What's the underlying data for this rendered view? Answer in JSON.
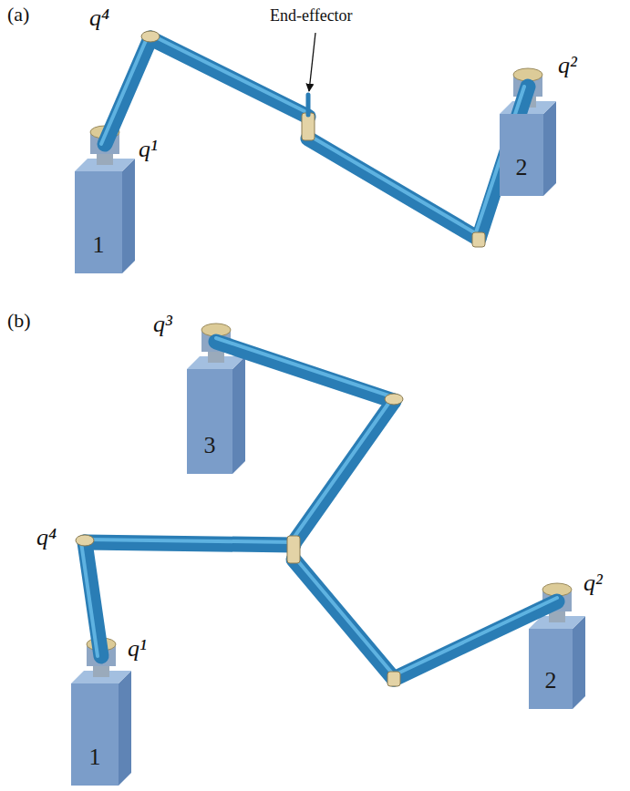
{
  "diagram": {
    "nodes": [
      {
        "text": [
          "1"
        ]
      },
      {
        "text": [
          "2"
        ]
      },
      {
        "text": [
          "3"
        ]
      },
      {
        "text": [
          "1"
        ]
      },
      {
        "text": [
          "2"
        ]
      }
    ],
    "labels": [
      "(a)",
      "q⁴",
      "End-effector",
      "q¹",
      "q²",
      "(b)",
      "q³",
      "q⁴",
      "q¹",
      "q²"
    ]
  }
}
